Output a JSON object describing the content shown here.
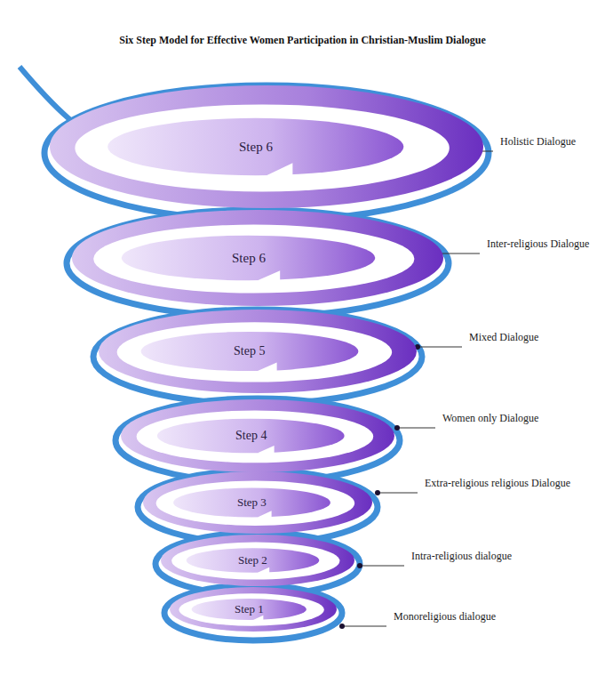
{
  "diagram": {
    "title": "Six Step Model for Effective Women Participation in Christian-Muslim Dialogue",
    "nodes": [
      {
        "text": [
          "Step 6"
        ]
      },
      {
        "text": [
          "Step 6"
        ]
      },
      {
        "text": [
          "Step 5"
        ]
      },
      {
        "text": [
          "Step 4"
        ]
      },
      {
        "text": [
          "Step 3"
        ]
      },
      {
        "text": [
          "Step 2"
        ]
      },
      {
        "text": [
          "Step 1"
        ]
      }
    ],
    "labels": [
      "Holistic Dialogue",
      "Inter-religious Dialogue",
      "Mixed Dialogue",
      "Women only Dialogue",
      "Extra-religious religious Dialogue",
      "Intra-religious dialogue",
      "Monoreligious dialogue"
    ]
  }
}
